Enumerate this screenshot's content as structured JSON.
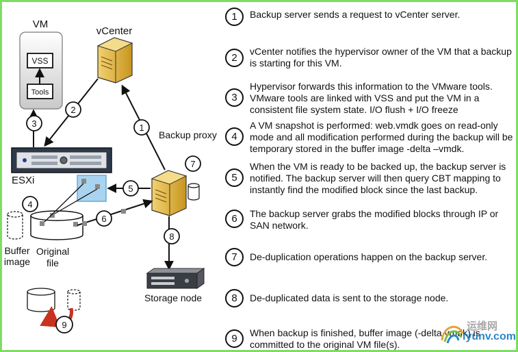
{
  "diagram": {
    "vm_label": "VM",
    "vss_label": "VSS",
    "tools_label": "Tools",
    "vcenter_label": "vCenter",
    "backup_proxy_label": "Backup proxy",
    "esxi_label": "ESXi",
    "buffer_image_label_1": "Buffer",
    "buffer_image_label_2": "image",
    "original_file_label_1": "Original",
    "original_file_label_2": "file",
    "storage_node_label": "Storage node",
    "markers": [
      "1",
      "2",
      "3",
      "4",
      "5",
      "6",
      "7",
      "8",
      "9"
    ]
  },
  "steps": [
    {
      "num": "1",
      "text": "Backup server sends a request to vCenter server."
    },
    {
      "num": "2",
      "text": "vCenter notifies the hypervisor owner of the VM that a backup is starting for this VM."
    },
    {
      "num": "3",
      "text": "Hypervisor forwards this information to the VMware tools. VMware tools are linked with VSS and put the VM in a consistent file system state. I/O flush + I/O freeze"
    },
    {
      "num": "4",
      "text": "A VM snapshot is performed: web.vmdk goes on read-only mode and all modification performed during the backup will be temporary stored in the buffer image -delta –vmdk."
    },
    {
      "num": "5",
      "text": "When the VM is ready to be backed up, the backup server is notified. The backup server will then query CBT mapping to instantly find the modified block since the last backup."
    },
    {
      "num": "6",
      "text": "The backup server grabs the modified blocks through IP or SAN network."
    },
    {
      "num": "7",
      "text": "De-duplication operations happen on the backup server."
    },
    {
      "num": "8",
      "text": "De-duplicated data is sent to the storage node."
    },
    {
      "num": "9",
      "text": "When backup is finished, buffer image (-delta vmdk) is committed to the original VM file(s)."
    }
  ],
  "watermark": {
    "cn": "运维网",
    "en": "iyunv.com"
  },
  "colors": {
    "frame": "#7edc63",
    "server": "#e2b63c",
    "selection": "#a9d4f0",
    "arrow_red": "#c8321e"
  }
}
